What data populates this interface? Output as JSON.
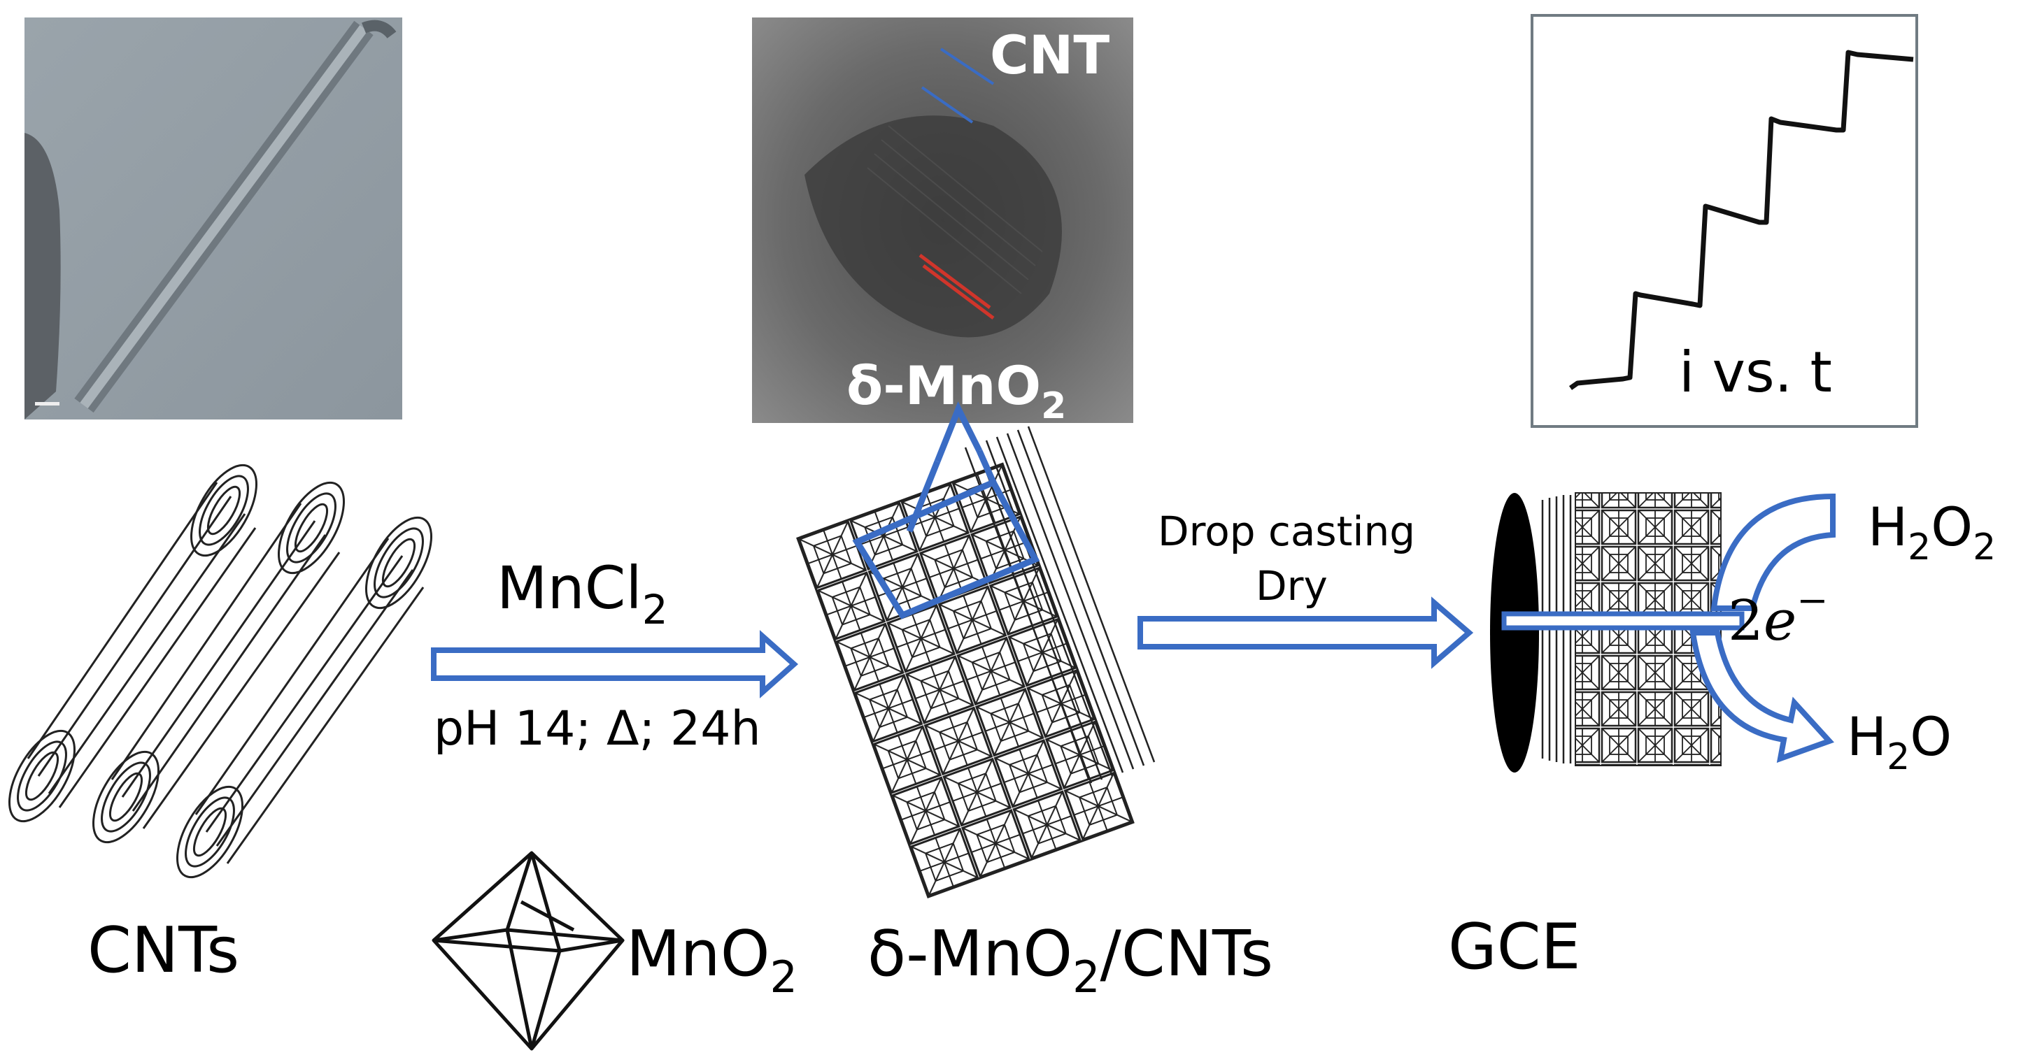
{
  "labels": {
    "cnts": "CNTs",
    "mno2_prefix": "MnO",
    "mno2_sub": "2",
    "composite_prefix": "δ-MnO",
    "composite_sub": "2",
    "composite_suffix": "/CNTs",
    "gce": "GCE"
  },
  "step1": {
    "reagent_prefix": "MnCl",
    "reagent_sub": "2",
    "conditions": "pH 14; Δ; 24h"
  },
  "step2": {
    "line1": "Drop casting",
    "line2": "Dry"
  },
  "tem_inset": {
    "cnt_label": "CNT",
    "mno2_prefix": "δ-MnO",
    "mno2_sub": "2"
  },
  "it_inset": {
    "label": "i vs. t"
  },
  "electrode": {
    "h2o2_prefix": "H",
    "h2o2_sub": "2",
    "h2o2_mid": "O",
    "h2o2_sub2": "2",
    "h2o_prefix": "H",
    "h2o_sub": "2",
    "h2o_suffix": "O",
    "electrons_num": "2",
    "electrons_sym": "e",
    "electrons_sup": "−"
  },
  "colors": {
    "arrow_blue": "#3a6cc4",
    "crystal_lines": "#222222",
    "micrograph_gray": "#8a949c",
    "hrtem_gray": "#6e6e6e",
    "lattice_red": "#d0352b",
    "lattice_blue": "#3a6cc4"
  }
}
